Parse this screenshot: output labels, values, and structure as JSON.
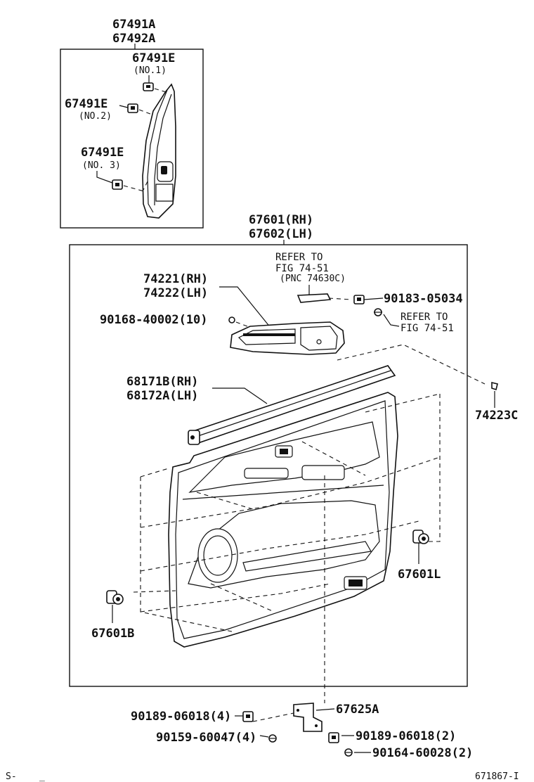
{
  "labels": {
    "p67491A": "67491A",
    "p67492A": "67492A",
    "p67491E_1": "67491E",
    "no1": "(NO.1)",
    "p67491E_2": "67491E",
    "no2": "(NO.2)",
    "p67491E_3": "67491E",
    "no3": "(NO. 3)",
    "p67601": "67601(RH)",
    "p67602": "67602(LH)",
    "refer1_a": "REFER TO",
    "refer1_b": "FIG 74-51",
    "refer1_c": "(PNC 74630C)",
    "p74221": "74221(RH)",
    "p74222": "74222(LH)",
    "p90183": "90183-05034",
    "refer2_a": "REFER TO",
    "refer2_b": "FIG 74-51",
    "p90168": "90168-40002(10)",
    "p68171B": "68171B(RH)",
    "p68172A": "68172A(LH)",
    "p74223C": "74223C",
    "p67601L": "67601L",
    "p67601B": "67601B",
    "p67625A": "67625A",
    "p90189a": "90189-06018(4)",
    "p90159": "90159-60047(4)",
    "p90189b": "90189-06018(2)",
    "p90164": "90164-60028(2)",
    "corner_s": "S-",
    "corner_dash": "_",
    "fig_id": "671867-I"
  }
}
